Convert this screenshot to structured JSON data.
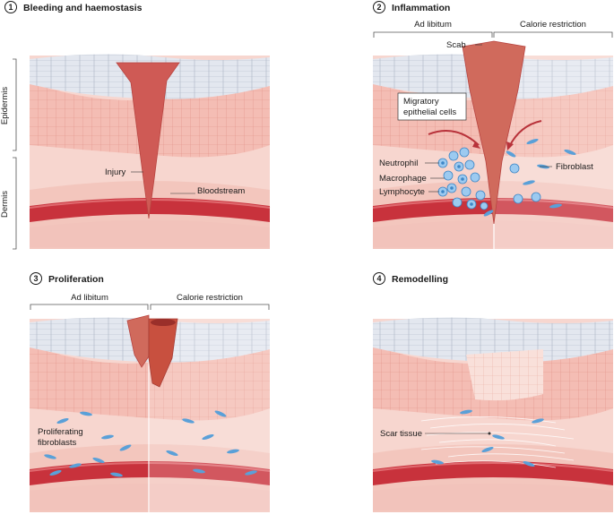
{
  "panels": [
    {
      "number": "1",
      "title": "Bleeding and haemostasis"
    },
    {
      "number": "2",
      "title": "Inflammation"
    },
    {
      "number": "3",
      "title": "Proliferation"
    },
    {
      "number": "4",
      "title": "Remodelling"
    }
  ],
  "layers": {
    "epidermis": "Epidermis",
    "dermis": "Dermis"
  },
  "panel1": {
    "injury": "Injury",
    "bloodstream": "Bloodstream"
  },
  "panel2": {
    "ad_libitum": "Ad libitum",
    "calorie_restriction": "Calorie restriction",
    "scab": "Scab",
    "migratory_line1": "Migratory",
    "migratory_line2": "epithelial cells",
    "neutrophil": "Neutrophil",
    "macrophage": "Macrophage",
    "lymphocyte": "Lymphocyte",
    "fibroblast": "Fibroblast"
  },
  "panel3": {
    "ad_libitum": "Ad libitum",
    "calorie_restriction": "Calorie restriction",
    "prolif_line1": "Proliferating",
    "prolif_line2": "fibroblasts"
  },
  "panel4": {
    "scar_tissue": "Scar tissue"
  },
  "colors": {
    "epidermis_top": "#d9dee9",
    "epidermis_cells": "#f2b5ad",
    "dermis": "#f6d3cc",
    "blood_vessel": "#c8323c",
    "wound": "#cf5a55",
    "immune_cell": "#5aa0d8"
  }
}
